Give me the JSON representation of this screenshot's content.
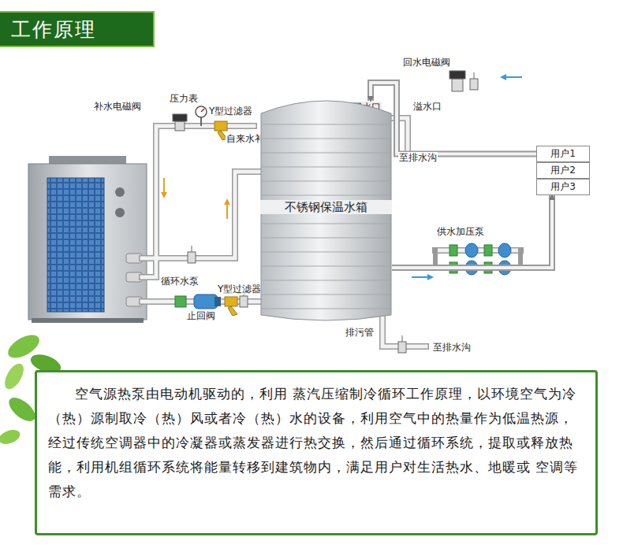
{
  "diagram": {
    "title": "工作原理",
    "caption": "空气源热泵由电动机驱动的，利用 蒸汽压缩制冷循环工作原理，以环境空气为冷（热）源制取冷（热）风或者冷（热）水的设备，利用空气中的热量作为低温热源，经过传统空调器中的冷凝器或蒸发器进行热交换，然后通过循环系统，提取或释放热能，利用机组循环系统将能量转移到建筑物内，满足用户对生活热水、地暖或 空调等需求。",
    "nodes": [
      {
        "text": [
          "不锈钢保温水箱"
        ]
      },
      {
        "text": [
          "用户1"
        ]
      },
      {
        "text": [
          "用户2"
        ]
      },
      {
        "text": [
          "用户3"
        ]
      }
    ],
    "edges": [
      {
        "from": 0,
        "to": 3,
        "arrow": "to"
      },
      {
        "from": 1,
        "to": 0,
        "arrow": "to"
      }
    ],
    "labels": [
      "补水电磁阀",
      "压力表",
      "Y型过滤器",
      "自来水补水",
      "回水口",
      "回水电磁阀",
      "溢水口",
      "至排水沟",
      "供水加压泵",
      "循环水泵",
      "Y型过滤器",
      "止回阀",
      "排污管",
      "至排水沟"
    ]
  }
}
